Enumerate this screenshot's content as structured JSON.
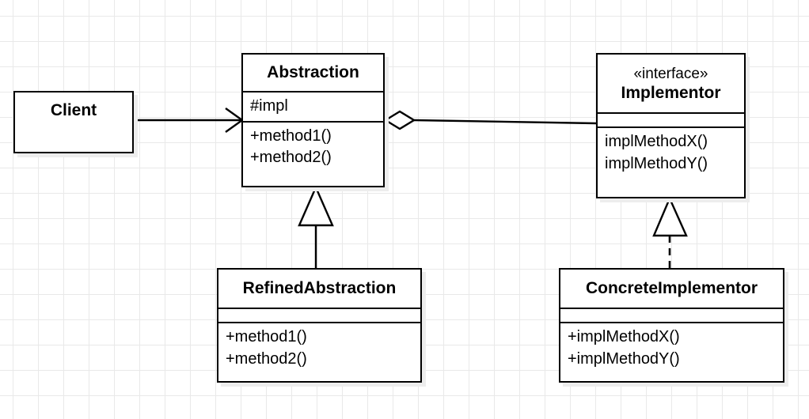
{
  "diagram": {
    "title": "Bridge pattern UML class diagram",
    "background_color": "#ffffff",
    "grid_color": "#e9e9e9",
    "line_color": "#000000",
    "shadow_color": "#ededed"
  },
  "classes": {
    "client": {
      "name": "Client",
      "stereotype": "",
      "attributes": [],
      "operations": []
    },
    "abstraction": {
      "name": "Abstraction",
      "stereotype": "",
      "attributes": [
        "#impl"
      ],
      "operations": [
        "+method1()",
        "+method2()"
      ]
    },
    "implementor": {
      "name": "Implementor",
      "stereotype": "«interface»",
      "attributes": [],
      "operations": [
        "implMethodX()",
        "implMethodY()"
      ]
    },
    "refined_abstraction": {
      "name": "RefinedAbstraction",
      "stereotype": "",
      "attributes": [],
      "operations": [
        "+method1()",
        "+method2()"
      ]
    },
    "concrete_implementor": {
      "name": "ConcreteImplementor",
      "stereotype": "",
      "attributes": [],
      "operations": [
        "+implMethodX()",
        "+implMethodY()"
      ]
    }
  },
  "relationships": [
    {
      "id": "client-uses-abstraction",
      "from": "client",
      "to": "abstraction",
      "type": "association",
      "line": "solid",
      "source_decoration": "none",
      "target_decoration": "open-arrow",
      "label": ""
    },
    {
      "id": "abstraction-aggregates-implementor",
      "from": "abstraction",
      "to": "implementor",
      "type": "aggregation",
      "line": "solid",
      "source_decoration": "hollow-diamond",
      "target_decoration": "none",
      "label": ""
    },
    {
      "id": "refined-extends-abstraction",
      "from": "refined_abstraction",
      "to": "abstraction",
      "type": "generalization",
      "line": "solid",
      "source_decoration": "none",
      "target_decoration": "hollow-triangle",
      "label": ""
    },
    {
      "id": "concrete-implements-implementor",
      "from": "concrete_implementor",
      "to": "implementor",
      "type": "realization",
      "line": "dashed",
      "source_decoration": "none",
      "target_decoration": "hollow-triangle",
      "label": ""
    }
  ]
}
